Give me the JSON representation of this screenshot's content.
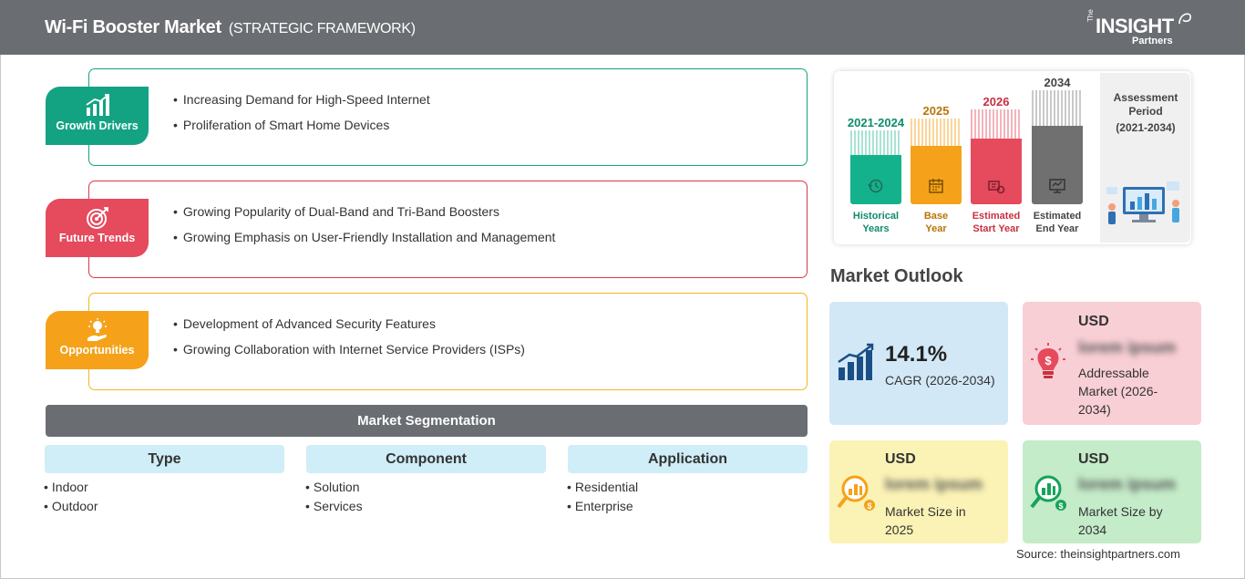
{
  "header": {
    "title": "Wi-Fi Booster Market",
    "subtitle": "(STRATEGIC FRAMEWORK)",
    "logo": {
      "the": "The",
      "main": "INSIGHT",
      "partners": "Partners"
    }
  },
  "categories": [
    {
      "name": "Growth Drivers",
      "color": "#13a383",
      "border": "#13a383",
      "icon": "growth-chart-icon",
      "items": [
        "Increasing Demand for High-Speed Internet",
        "Proliferation of Smart Home Devices"
      ]
    },
    {
      "name": "Future Trends",
      "color": "#e54a5d",
      "border": "#d9394a",
      "icon": "target-icon",
      "items": [
        "Growing Popularity of Dual-Band and Tri-Band Boosters",
        "Growing Emphasis on User-Friendly Installation and Management"
      ]
    },
    {
      "name": "Opportunities",
      "color": "#f5a21a",
      "border": "#f2b61d",
      "icon": "lightbulb-hand-icon",
      "items": [
        "Development of Advanced Security Features",
        "Growing Collaboration with Internet Service Providers (ISPs)"
      ]
    }
  ],
  "segmentation": {
    "title": "Market Segmentation",
    "columns": [
      {
        "name": "Type",
        "items": [
          "Indoor",
          "Outdoor"
        ]
      },
      {
        "name": "Component",
        "items": [
          "Solution",
          "Services"
        ]
      },
      {
        "name": "Application",
        "items": [
          "Residential",
          "Enterprise"
        ]
      }
    ]
  },
  "timeline": {
    "assessment": "Assessment Period",
    "assessment_period": "(2021-2034)",
    "bars": [
      {
        "year": "2021-2024",
        "label_line1": "Historical",
        "label_line2": "Years",
        "color": "#13b28c",
        "light": "#a9e3d3",
        "text_color": "#0e8c6c",
        "icon": "history-icon"
      },
      {
        "year": "2025",
        "label_line1": "Base",
        "label_line2": "Year",
        "color": "#f5a21a",
        "light": "#fbd59a",
        "text_color": "#b87507",
        "icon": "calendar-icon"
      },
      {
        "year": "2026",
        "label_line1": "Estimated",
        "label_line2": "Start Year",
        "color": "#e54a5d",
        "light": "#f4b3bb",
        "text_color": "#c93040",
        "icon": "start-flag-icon"
      },
      {
        "year": "2034",
        "label_line1": "Estimated",
        "label_line2": "End Year",
        "color": "#707070",
        "light": "#c9c9c9",
        "text_color": "#444444",
        "icon": "monitor-icon"
      }
    ]
  },
  "outlook": {
    "title": "Market Outlook",
    "cagr": {
      "value": "14.1%",
      "label": "CAGR (2026-2034)"
    },
    "addressable": {
      "usd": "USD",
      "value": "lorem ipsum",
      "label": "Addressable Market (2026-2034)"
    },
    "size_2025": {
      "usd": "USD",
      "value": "lorem ipsum",
      "label": "Market Size in 2025"
    },
    "size_2034": {
      "usd": "USD",
      "value": "lorem ipsum",
      "label": "Market Size by 2034"
    }
  },
  "source": "Source: theinsightpartners.com"
}
